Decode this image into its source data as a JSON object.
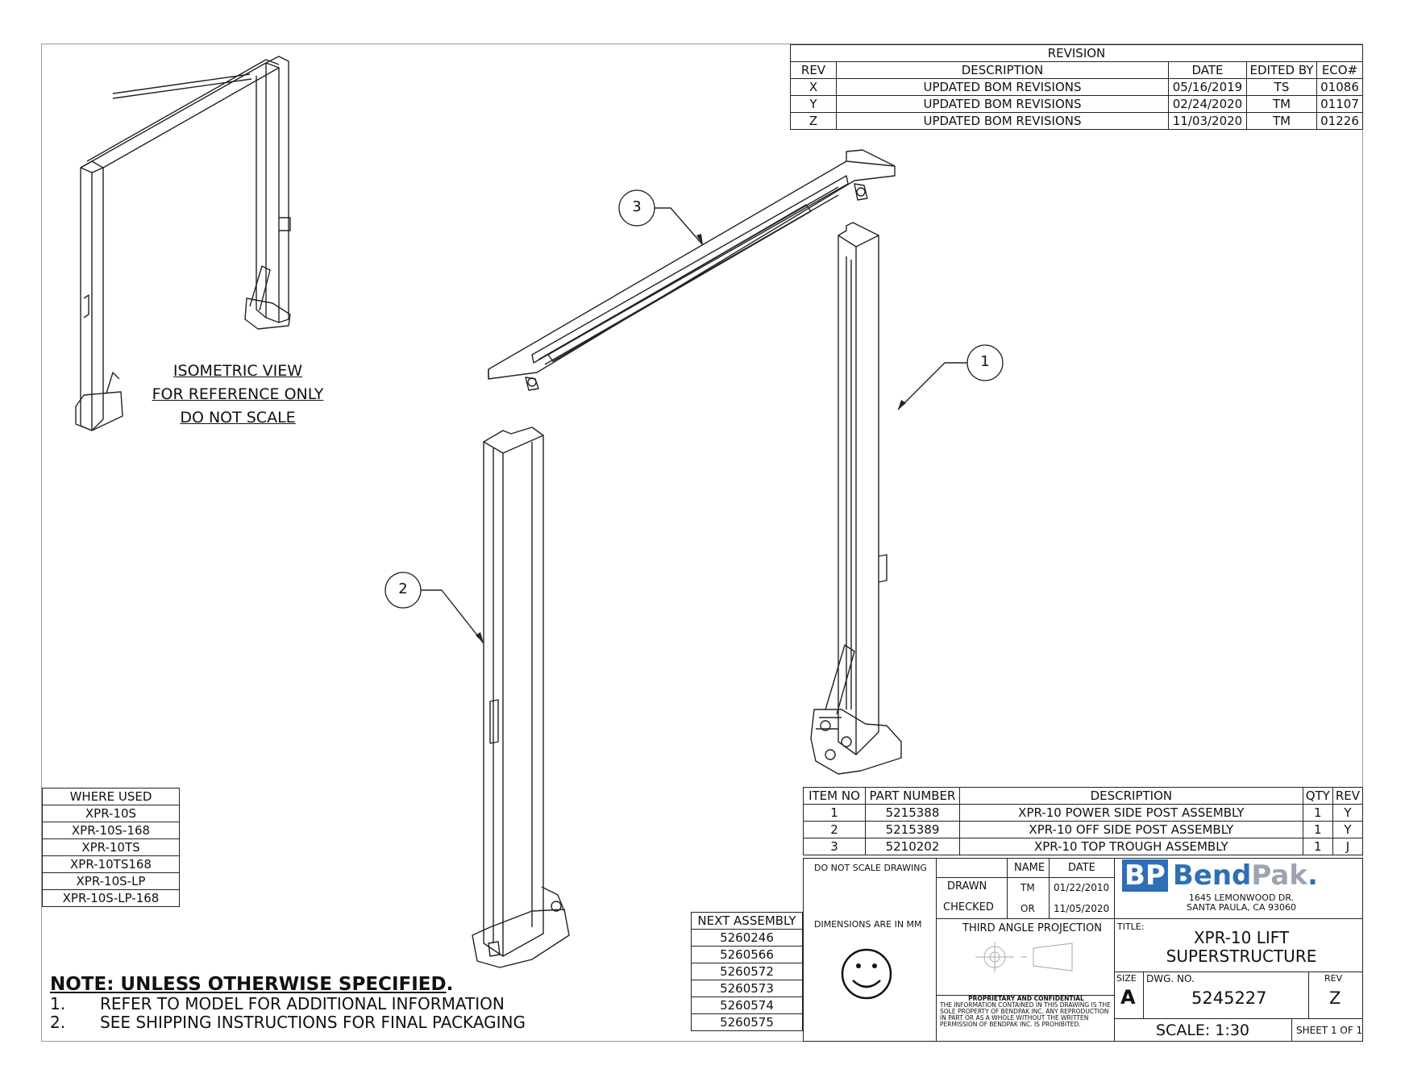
{
  "revision": {
    "title": "REVISION",
    "headers": [
      "REV",
      "DESCRIPTION",
      "DATE",
      "EDITED BY",
      "ECO#"
    ],
    "rows": [
      [
        "X",
        "UPDATED BOM REVISIONS",
        "05/16/2019",
        "TS",
        "01086"
      ],
      [
        "Y",
        "UPDATED BOM REVISIONS",
        "02/24/2020",
        "TM",
        "01107"
      ],
      [
        "Z",
        "UPDATED BOM REVISIONS",
        "11/03/2020",
        "TM",
        "01226"
      ]
    ]
  },
  "iso_note": [
    "ISOMETRIC VIEW",
    "FOR REFERENCE ONLY",
    "DO NOT SCALE"
  ],
  "balloons": [
    "1",
    "2",
    "3"
  ],
  "where_used": {
    "title": "WHERE USED",
    "items": [
      "XPR-10S",
      "XPR-10S-168",
      "XPR-10TS",
      "XPR-10TS168",
      "XPR-10S-LP",
      "XPR-10S-LP-168"
    ]
  },
  "bom": {
    "headers": [
      "ITEM NO",
      "PART NUMBER",
      "DESCRIPTION",
      "QTY",
      "REV"
    ],
    "rows": [
      [
        "1",
        "5215388",
        "XPR-10 POWER SIDE POST ASSEMBLY",
        "1",
        "Y"
      ],
      [
        "2",
        "5215389",
        "XPR-10 OFF SIDE POST ASSEMBLY",
        "1",
        "Y"
      ],
      [
        "3",
        "5210202",
        "XPR-10 TOP TROUGH ASSEMBLY",
        "1",
        "J"
      ]
    ]
  },
  "next_assembly": {
    "title": "NEXT ASSEMBLY",
    "items": [
      "5260246",
      "5260566",
      "5260572",
      "5260573",
      "5260574",
      "5260575"
    ]
  },
  "notes": {
    "title": "NOTE: UNLESS OTHERWISE SPECIFIED",
    "items": [
      {
        "num": "1.",
        "text": "REFER TO MODEL FOR ADDITIONAL INFORMATION"
      },
      {
        "num": "2.",
        "text": "SEE SHIPPING INSTRUCTIONS FOR FINAL PACKAGING"
      }
    ]
  },
  "title_block": {
    "do_not_scale": "DO NOT SCALE DRAWING",
    "name_hdr": "NAME",
    "date_hdr": "DATE",
    "drawn_lbl": "DRAWN",
    "drawn_name": "TM",
    "drawn_date": "01/22/2010",
    "checked_lbl": "CHECKED",
    "checked_name": "OR",
    "checked_date": "11/05/2020",
    "dimensions": "DIMENSIONS ARE IN MM",
    "projection": "THIRD ANGLE PROJECTION",
    "logo_bp": "BP",
    "logo_bend": "Bend",
    "logo_pak": "Pak",
    "logo_dot": ".",
    "address1": "1645 LEMONWOOD DR.",
    "address2": "SANTA PAULA, CA 93060",
    "title_lbl": "TITLE:",
    "title1": "XPR-10 LIFT",
    "title2": "SUPERSTRUCTURE",
    "size_lbl": "SIZE",
    "size": "A",
    "dwg_lbl": "DWG.  NO.",
    "dwg_no": "5245227",
    "rev_lbl": "REV",
    "rev": "Z",
    "prop_title": "PROPRIETARY AND CONFIDENTIAL",
    "prop_text": "THE INFORMATION CONTAINED IN THIS DRAWING IS THE SOLE PROPERTY OF BENDPAK INC. ANY REPRODUCTION IN PART OR AS A WHOLE WITHOUT THE WRITTEN PERMISSION OF BENDPAK INC. IS PROHIBITED.",
    "scale": "SCALE: 1:30",
    "sheet": "SHEET 1 OF 1"
  },
  "colors": {
    "logo_blue": "#2e6fb7",
    "line": "#222222"
  }
}
